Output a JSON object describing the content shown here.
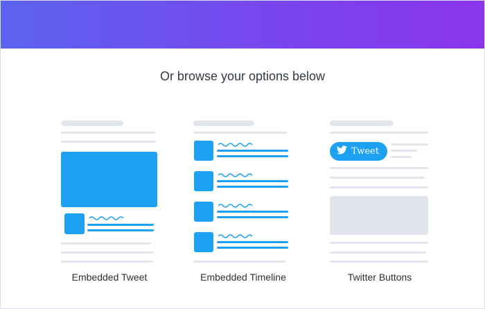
{
  "page": {
    "heading": "Or browse your options below"
  },
  "options": [
    {
      "label": "Embedded Tweet"
    },
    {
      "label": "Embedded Timeline"
    },
    {
      "label": "Twitter Buttons"
    }
  ],
  "twitter_button": {
    "label": "Tweet"
  },
  "colors": {
    "hero_start": "#5b63ef",
    "hero_end": "#8a35ec",
    "accent": "#1da1f2",
    "skeleton": "#e1e6ed"
  }
}
